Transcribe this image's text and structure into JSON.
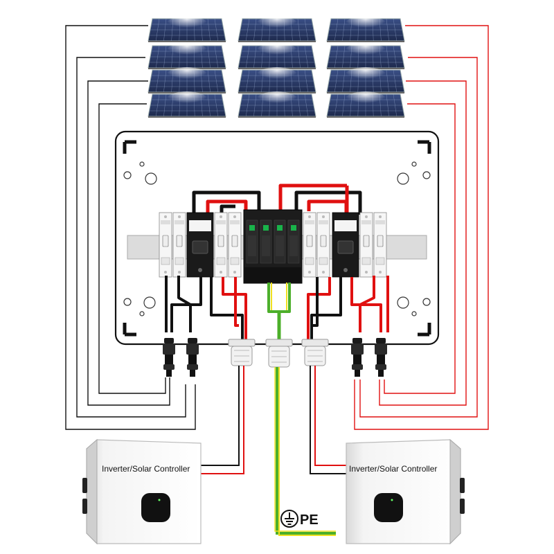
{
  "labels": {
    "inverter_left": "Inverter/Solar Controller",
    "inverter_right": "Inverter/Solar Controller",
    "pe": "PE"
  },
  "colors": {
    "dc_negative": "#111111",
    "dc_positive": "#e01010",
    "earth_green": "#4caf2a",
    "earth_yellow": "#f0e020",
    "panel": "#2b3a66",
    "enclosure": "#ffffff",
    "din_rail": "#d8d8d8"
  },
  "components": {
    "solar_panels": {
      "rows": 4,
      "columns": 3
    },
    "dc_breakers_per_side": 2,
    "surge_protectors": 1,
    "mc4_connectors": 4,
    "cable_glands": 3,
    "inverters": 2
  }
}
